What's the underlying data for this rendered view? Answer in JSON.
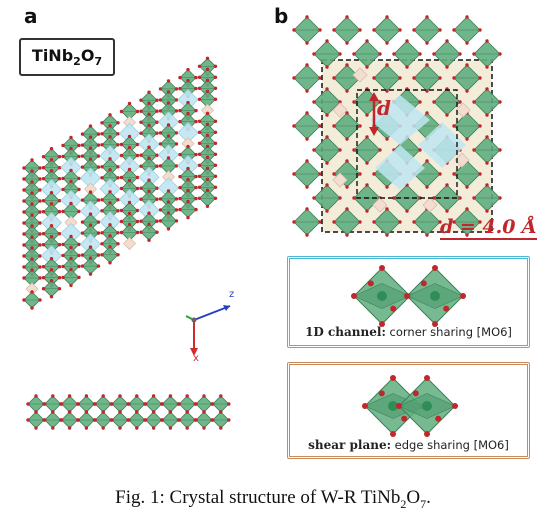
{
  "panel_a": {
    "letter": "a",
    "formula_main": "TiNb",
    "formula_sub1": "2",
    "formula_mid": "O",
    "formula_sub2": "7",
    "axis_z": "z",
    "axis_x": "x"
  },
  "panel_b": {
    "letter": "b",
    "d_symbol": "d",
    "d_value": "d = 4.0 Å",
    "channel_caption_bold": "1D channel:",
    "channel_caption_rest": " corner sharing [MO6]",
    "shear_caption_bold": "shear plane:",
    "shear_caption_rest": " edge sharing [MO6]"
  },
  "figure_caption": {
    "prefix": "Fig. 1: Crystal structure of W-R TiNb",
    "sub1": "2",
    "mid": "O",
    "sub2": "7",
    "suffix": "."
  },
  "colors": {
    "octahedron": "#5fae7e",
    "channel": "#bfe6f2",
    "tetra": "#f3ddd0",
    "oxygen": "#c0262b",
    "d_accent": "#c0262b",
    "channel_box": "#4cb8d6",
    "shear_box": "#c98a5c"
  }
}
